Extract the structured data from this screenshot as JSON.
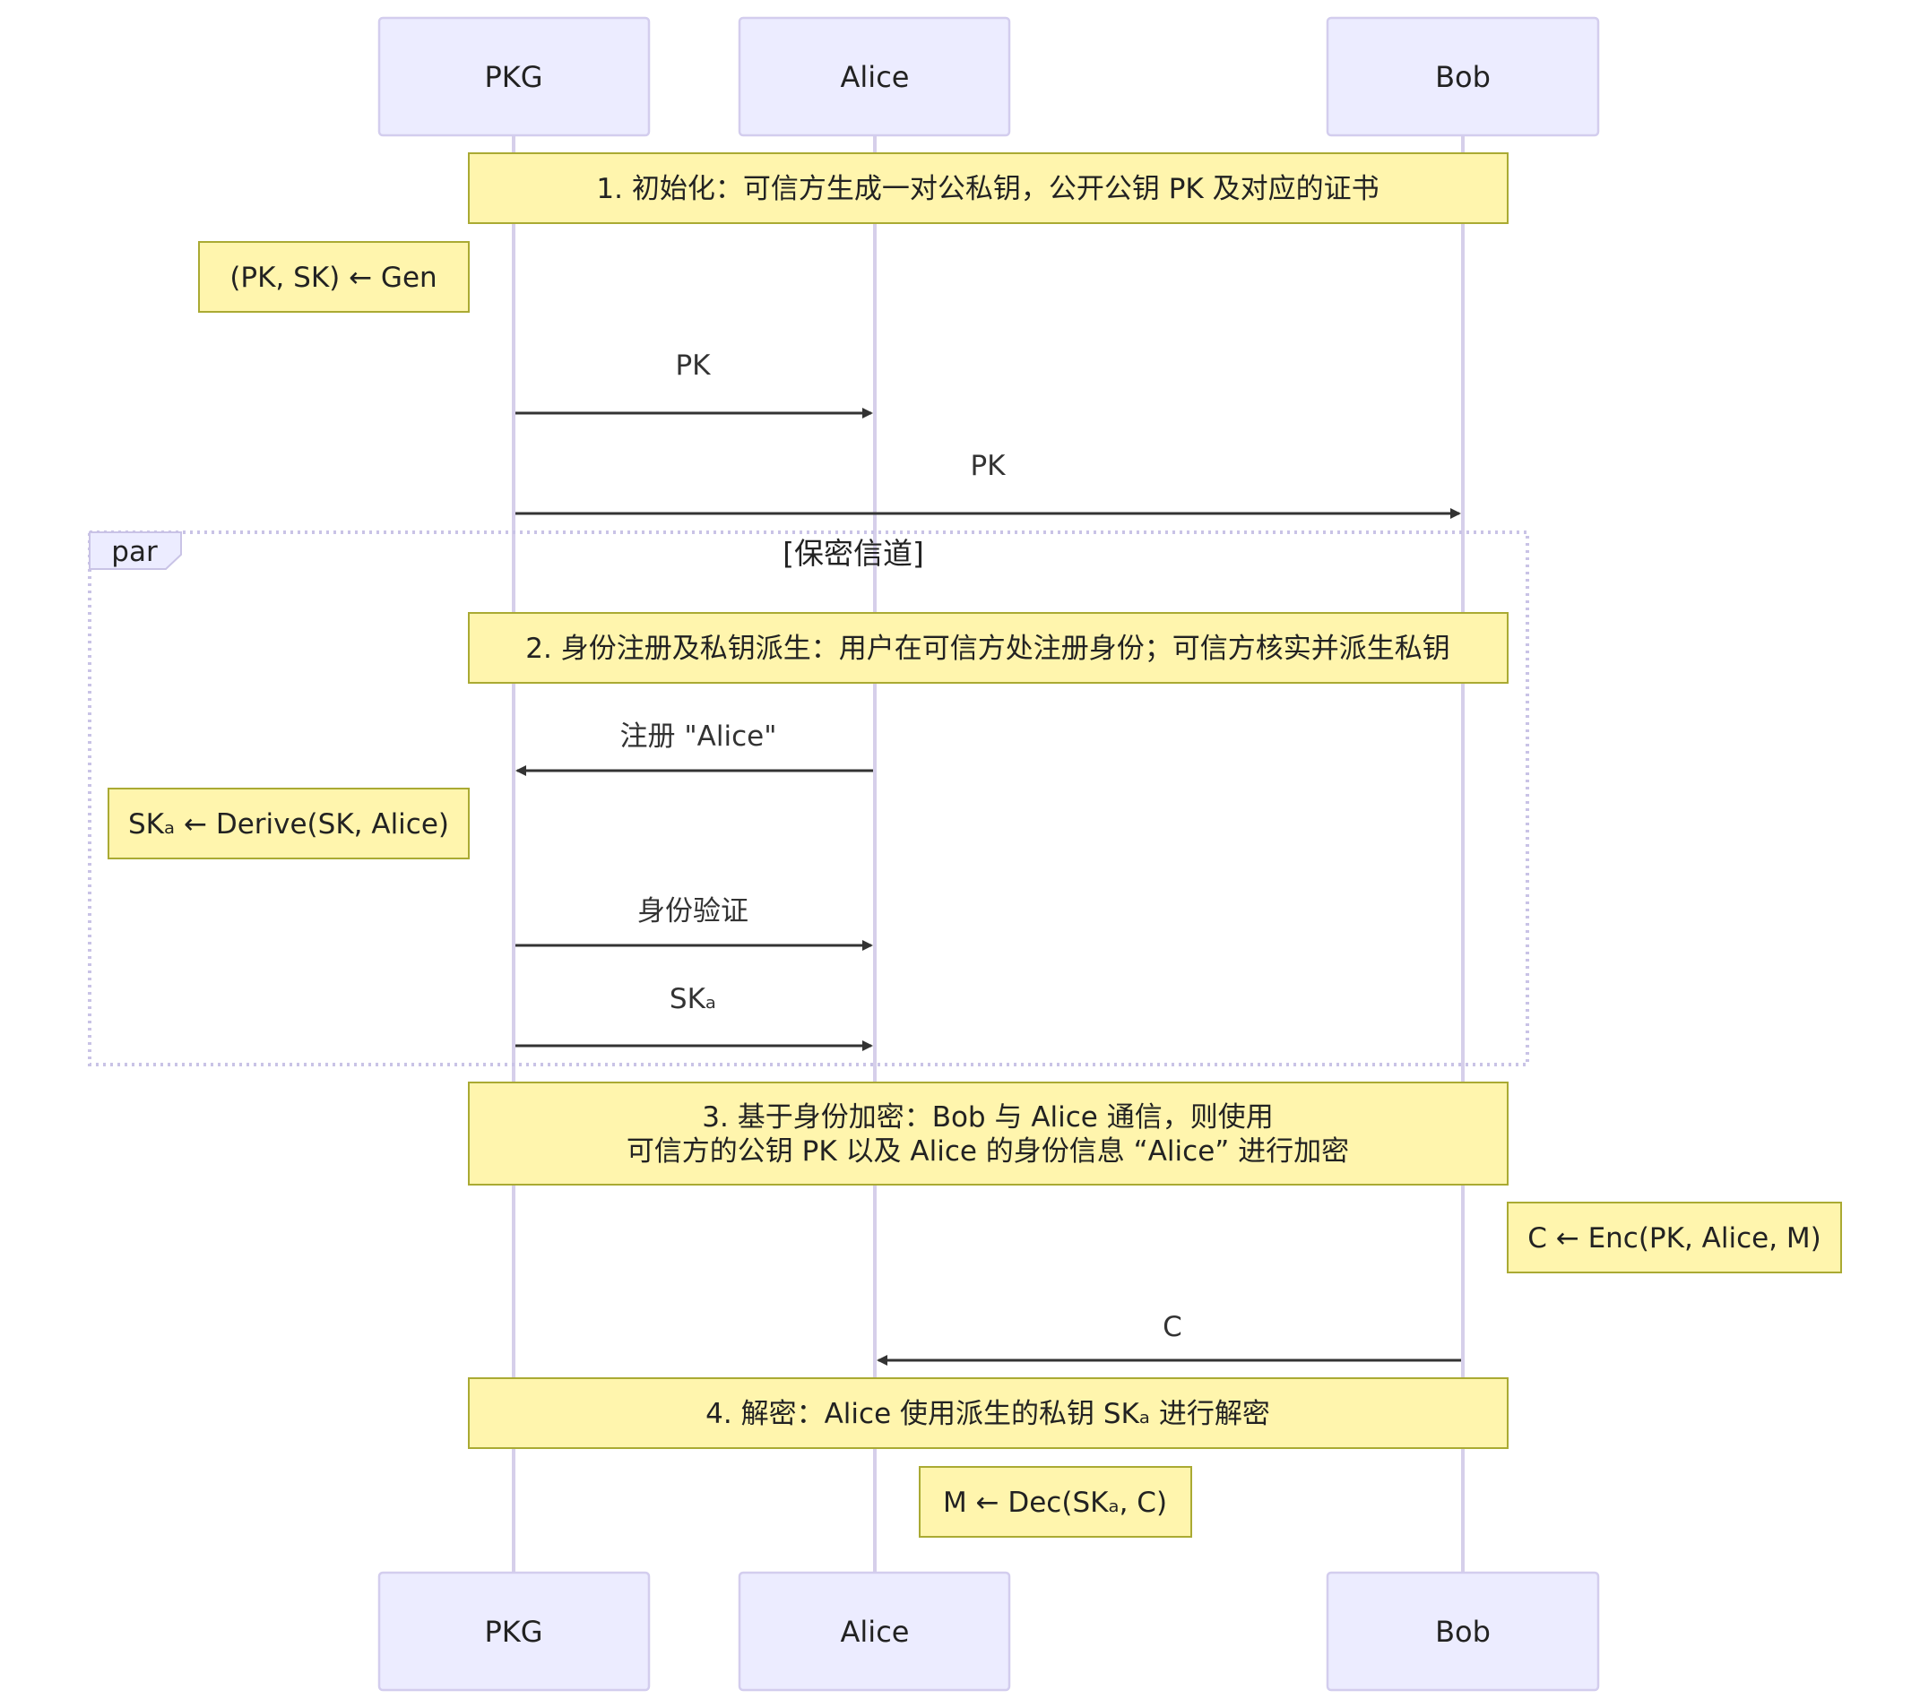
{
  "participants": [
    {
      "id": "pkg",
      "label": "PKG"
    },
    {
      "id": "alice",
      "label": "Alice"
    },
    {
      "id": "bob",
      "label": "Bob"
    }
  ],
  "notes": {
    "phase1": "1. 初始化：可信方生成一对公私钥，公开公钥 PK 及对应的证书",
    "gen": "(PK, SK) ← Gen",
    "phase2": "2. 身份注册及私钥派生：用户在可信方处注册身份；可信方核实并派生私钥",
    "derive": "SKₐ ← Derive(SK, Alice)",
    "phase3_line1": "3. 基于身份加密：Bob 与 Alice 通信，则使用",
    "phase3_line2": "可信方的公钥 PK 以及 Alice 的身份信息 “Alice” 进行加密",
    "enc": "C ← Enc(PK, Alice, M)",
    "phase4": "4. 解密：Alice 使用派生的私钥 SKₐ 进行解密",
    "dec": "M ← Dec(SKₐ, C)"
  },
  "messages": {
    "pk_to_alice": "PK",
    "pk_to_bob": "PK",
    "register": "注册 \"Alice\"",
    "verify": "身份验证",
    "ska": "SKₐ",
    "c": "C"
  },
  "frame": {
    "kind": "par",
    "title": "[保密信道]"
  },
  "colors": {
    "actor_fill": "#ececff",
    "actor_stroke": "#d3cdee",
    "note_fill": "#fff5ad",
    "note_stroke": "#aaaa33",
    "line": "#333333"
  }
}
